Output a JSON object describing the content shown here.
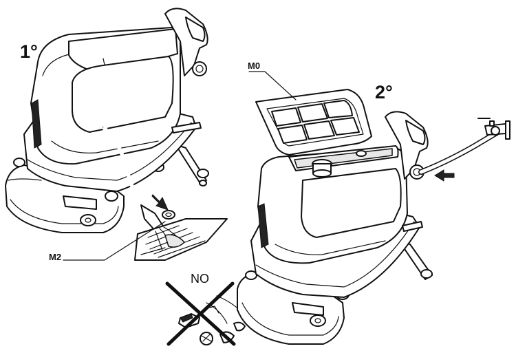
{
  "labels": {
    "step1": "1°",
    "step2": "2°",
    "m0": "M0",
    "m2": "M2",
    "no": "NO"
  },
  "icons": {
    "arrow_drain": "arrow-icon",
    "arrow_fill": "arrow-icon",
    "cross": "cross-icon"
  }
}
